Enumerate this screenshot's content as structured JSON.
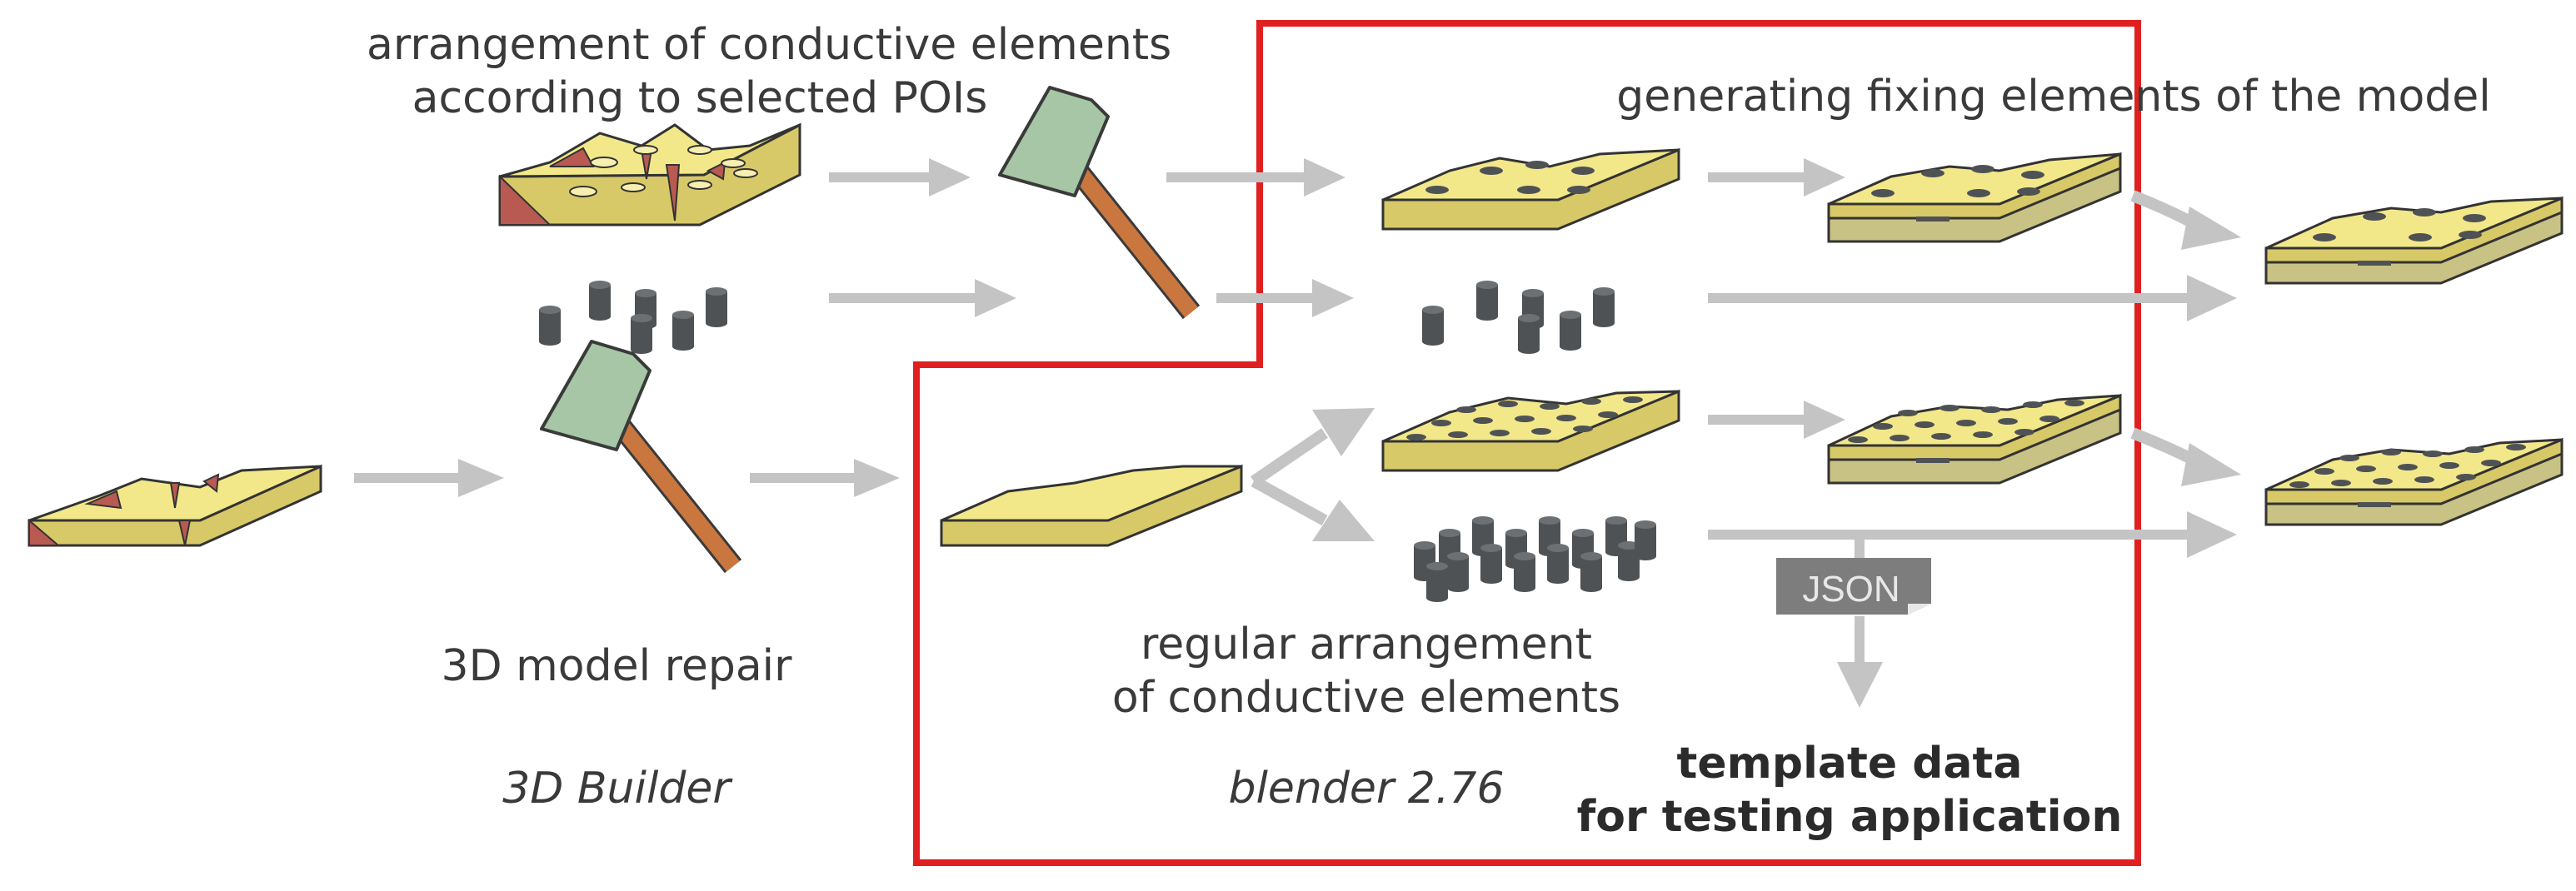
{
  "labels": {
    "conductive_top_line1": "arrangement of conductive elements",
    "conductive_top_line2": "according to selected POIs",
    "fixing": "generating fixing elements  of the model",
    "repair": "3D model repair",
    "builder": "3D Builder",
    "regular_line1": "regular arrangement",
    "regular_line2": "of conductive elements",
    "blender": "blender 2.76",
    "template_line1": "template data",
    "template_line2": "for testing application",
    "json_tag": "JSON"
  },
  "colors": {
    "model_top": "#f2e88a",
    "model_side": "#d8c968",
    "defect": "#b85a52",
    "cylinder": "#4f5254",
    "cylinder_top": "#6c7073",
    "arrow": "#c4c4c4",
    "highlight": "#e02020",
    "hammer_head": "#a6c6a6",
    "hammer_handle": "#c9773f",
    "json_tag": "#7d7d7d"
  },
  "icons": [
    "hammer-icon",
    "json-document-icon",
    "arrow-icon"
  ]
}
